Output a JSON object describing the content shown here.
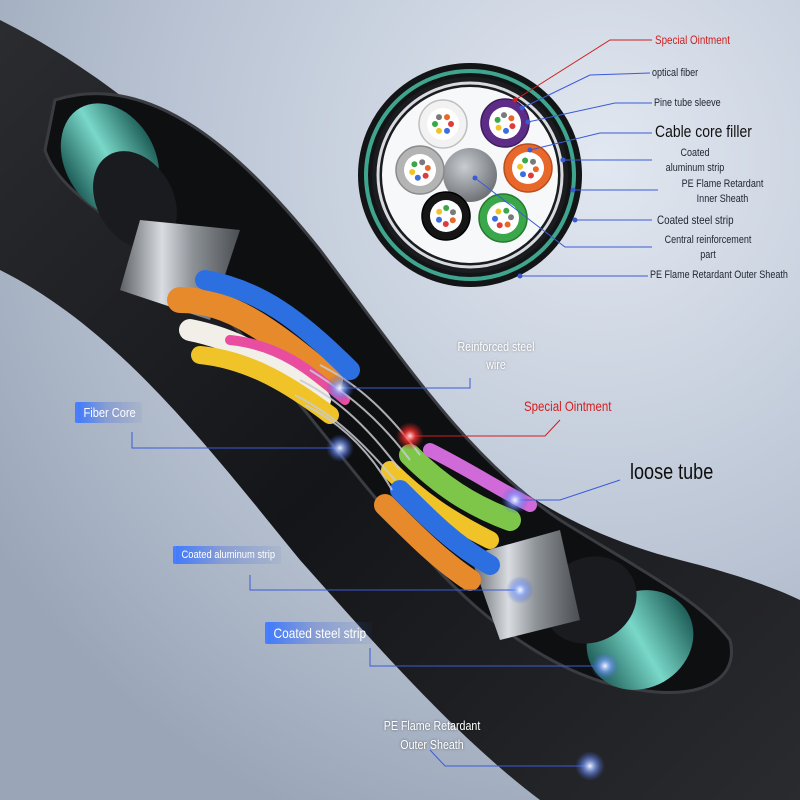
{
  "colors": {
    "background": "#b9c3d3",
    "red_label": "#cc1f1f",
    "blue_leader": "#3b5bd6",
    "sheath_black": "#1c1d20",
    "armor_teal": "#4fb3a6"
  },
  "cross_section_labels": {
    "special_ointment": "Special Ointment",
    "optical_fiber": "optical fiber",
    "pine_tube_sleeve": "Pine tube sleeve",
    "cable_core_filler": "Cable core filler",
    "coated_aluminum_strip": "Coated aluminum strip",
    "pe_inner_sheath": "PE Flame Retardant Inner Sheath",
    "coated_steel_strip": "Coated steel strip",
    "central_reinforcement": "Central reinforcement part",
    "pe_outer_sheath": "PE Flame Retardant Outer Sheath"
  },
  "cable_labels": {
    "reinforced_steel_wire": "Reinforced steel wire",
    "special_ointment": "Special Ointment",
    "loose_tube": "loose tube",
    "fiber_core": "Fiber Core",
    "coated_aluminum_strip": "Coated aluminum strip",
    "coated_steel_strip": "Coated steel strip",
    "pe_outer_sheath": "PE Flame Retardant Outer Sheath"
  }
}
